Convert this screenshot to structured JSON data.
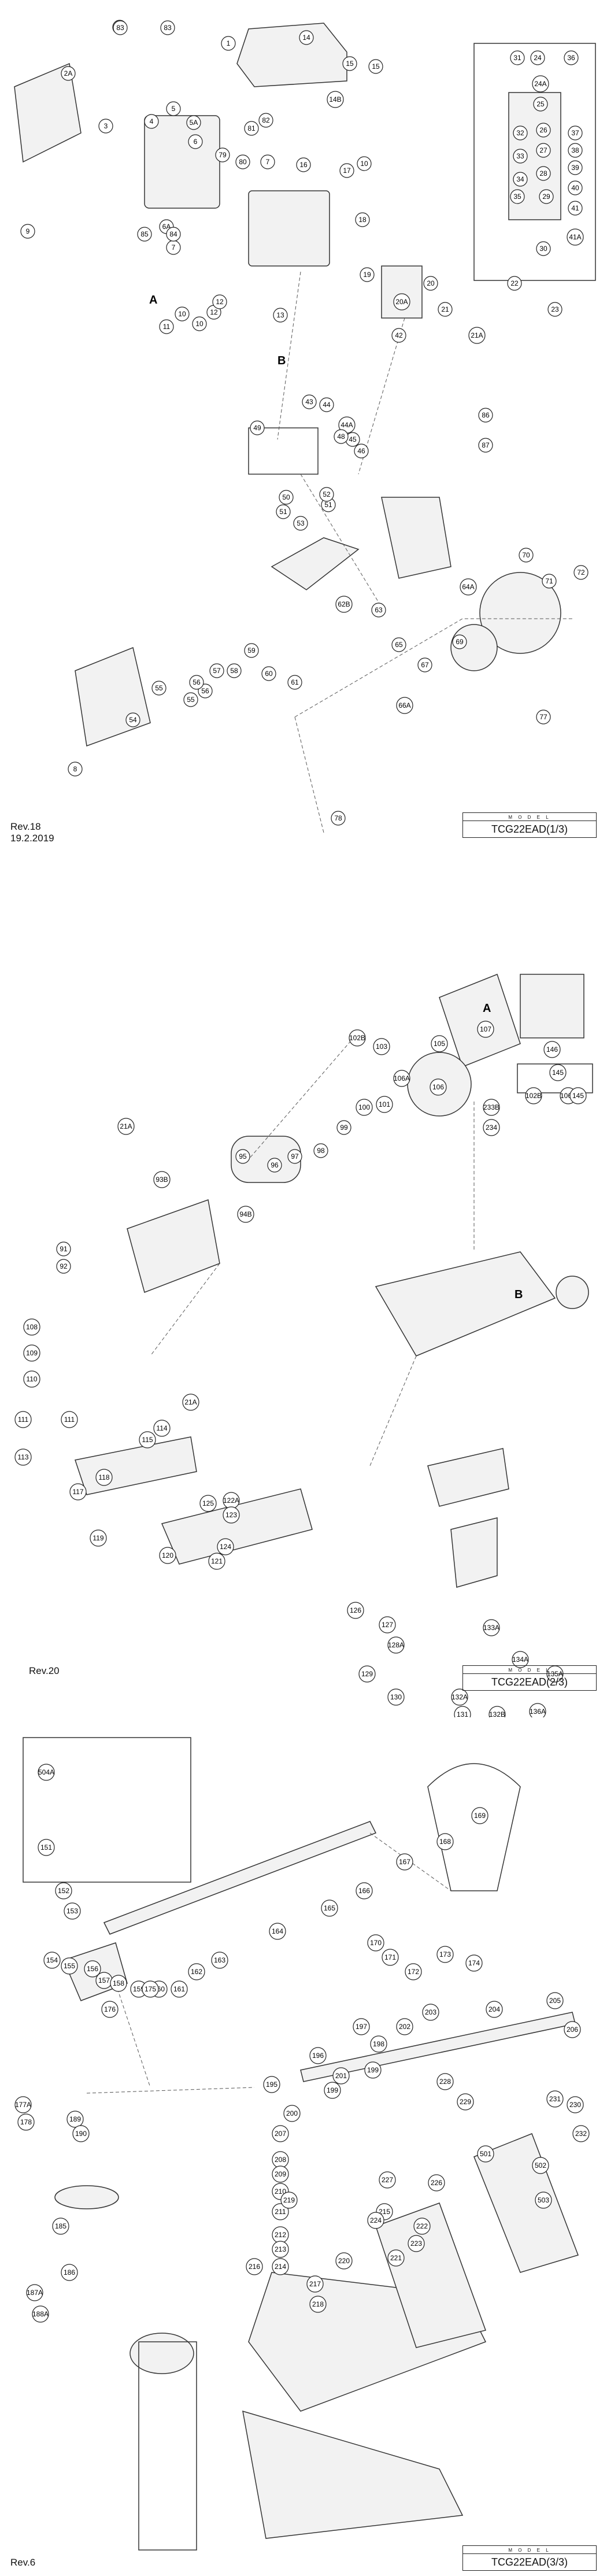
{
  "pages": [
    {
      "revision": [
        "Rev.18",
        "19.2.2019"
      ],
      "model_label": "M O D E L",
      "model_name": "TCG22EAD(1/3)",
      "letters": [
        "A",
        "B"
      ],
      "callouts": [
        "1",
        "2",
        "2A",
        "3",
        "4",
        "5",
        "5A",
        "6",
        "6A",
        "7",
        "7",
        "8",
        "9",
        "10",
        "10",
        "10",
        "11",
        "12",
        "12",
        "13",
        "14",
        "14B",
        "15",
        "15",
        "16",
        "17",
        "18",
        "19",
        "20",
        "20A",
        "21",
        "21A",
        "22",
        "23",
        "24",
        "24A",
        "25",
        "26",
        "27",
        "28",
        "29",
        "30",
        "31",
        "32",
        "33",
        "34",
        "35",
        "36",
        "37",
        "38",
        "39",
        "40",
        "41",
        "41A",
        "42",
        "43",
        "44",
        "44A",
        "45",
        "46",
        "48",
        "49",
        "50",
        "51",
        "51",
        "52",
        "53",
        "54",
        "55",
        "55",
        "56",
        "56",
        "57",
        "58",
        "59",
        "60",
        "61",
        "62B",
        "63",
        "64A",
        "65",
        "66A",
        "67",
        "69",
        "70",
        "71",
        "72",
        "77",
        "78",
        "79",
        "80",
        "81",
        "82",
        "83",
        "83",
        "84",
        "85",
        "86",
        "87"
      ]
    },
    {
      "revision": [
        "Rev.20"
      ],
      "model_label": "M O D E L",
      "model_name": "TCG22EAD(2/3)",
      "letters": [
        "A",
        "B"
      ],
      "callouts": [
        "21A",
        "21A",
        "91",
        "92",
        "93B",
        "94B",
        "95",
        "96",
        "97",
        "98",
        "99",
        "100",
        "101",
        "102B",
        "102B",
        "103",
        "105",
        "106",
        "106A",
        "106A",
        "107",
        "108",
        "109",
        "110",
        "111",
        "111",
        "113",
        "114",
        "115",
        "117",
        "118",
        "119",
        "120",
        "121",
        "122A",
        "123",
        "124",
        "125",
        "126",
        "127",
        "128A",
        "129",
        "130",
        "131",
        "132A",
        "132B",
        "133A",
        "134A",
        "135A",
        "136A",
        "145",
        "145",
        "146",
        "233B",
        "234"
      ]
    },
    {
      "revision": [
        "Rev.6"
      ],
      "model_label": "M O D E L",
      "model_name": "TCG22EAD(3/3)",
      "callouts": [
        "151",
        "152",
        "153",
        "154",
        "155",
        "156",
        "157",
        "158",
        "159",
        "160",
        "161",
        "162",
        "163",
        "164",
        "165",
        "166",
        "167",
        "168",
        "169",
        "170",
        "171",
        "172",
        "173",
        "174",
        "175",
        "176",
        "177A",
        "178",
        "185",
        "186",
        "187A",
        "188A",
        "189",
        "190",
        "195",
        "196",
        "197",
        "198",
        "199",
        "199",
        "200",
        "201",
        "202",
        "203",
        "204",
        "205",
        "206",
        "207",
        "208",
        "209",
        "210",
        "211",
        "212",
        "213",
        "214",
        "215",
        "216",
        "217",
        "218",
        "219",
        "220",
        "221",
        "222",
        "223",
        "224",
        "226",
        "227",
        "228",
        "229",
        "230",
        "231",
        "232",
        "501",
        "502",
        "503",
        "504A"
      ]
    }
  ]
}
